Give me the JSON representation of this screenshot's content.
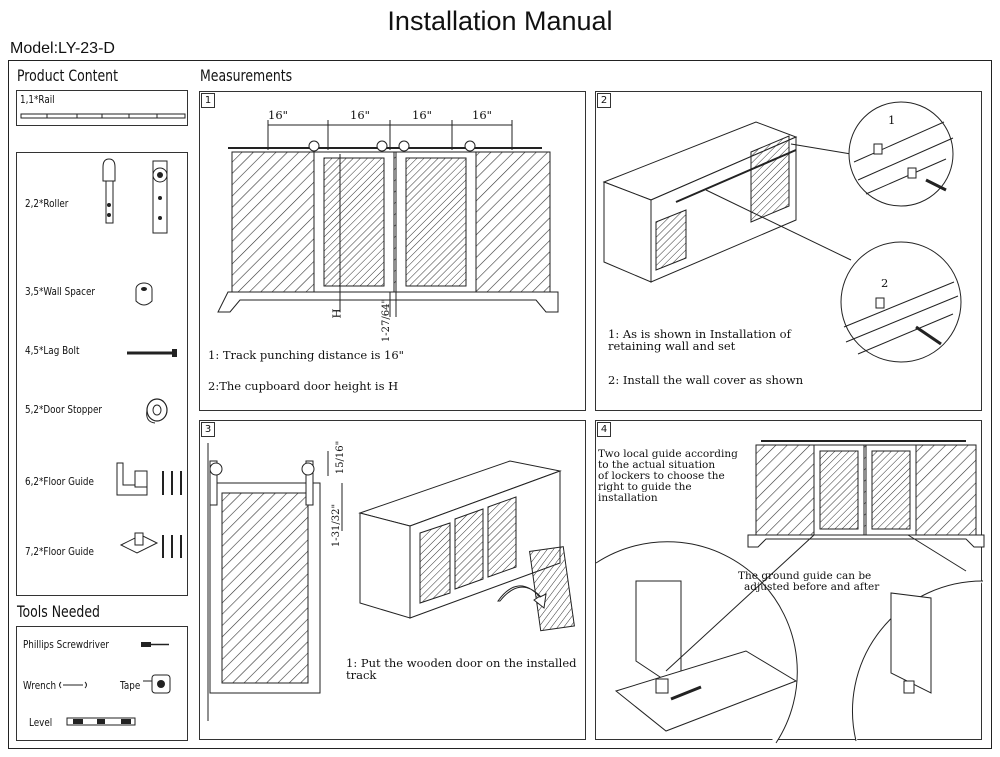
{
  "header": {
    "title": "Installation Manual",
    "model": "Model:LY-23-D"
  },
  "product_content": {
    "heading": "Product Content",
    "items": [
      {
        "label": "1,1*Rail",
        "icon": "rail-icon"
      },
      {
        "label": "2,2*Roller",
        "icon": "roller-icon"
      },
      {
        "label": "3,5*Wall Spacer",
        "icon": "wall-spacer-icon"
      },
      {
        "label": "4,5*Lag Bolt",
        "icon": "lag-bolt-icon"
      },
      {
        "label": "5,2*Door Stopper",
        "icon": "door-stopper-icon"
      },
      {
        "label": "6,2*Floor Guide",
        "icon": "floor-guide-icon"
      },
      {
        "label": "7,2*Floor Guide",
        "icon": "floor-guide-flat-icon"
      }
    ]
  },
  "tools": {
    "heading": "Tools Needed",
    "items": [
      {
        "label": "Phillips Screwdriver",
        "icon": "screwdriver-icon"
      },
      {
        "label": "Wrench",
        "icon": "wrench-icon"
      },
      {
        "label": "Tape",
        "icon": "tape-measure-icon"
      },
      {
        "label": "Level",
        "icon": "level-icon"
      }
    ]
  },
  "measurements": {
    "heading": "Measurements",
    "panels": [
      {
        "number": "1",
        "dims": [
          "16\"",
          "16\"",
          "16\"",
          "16\""
        ],
        "h": "H",
        "gap": "1-27/64\"",
        "notes": [
          "1: Track punching distance is 16\"",
          "2:The cupboard door height is H"
        ]
      },
      {
        "number": "2",
        "callouts": [
          "1",
          "2"
        ],
        "notes": [
          "1: As is shown in Installation of",
          "retaining wall and set",
          "2: Install the wall cover as shown"
        ]
      },
      {
        "number": "3",
        "dims": [
          "15/16\"",
          "1-31/32\""
        ],
        "notes": [
          "1: Put the wooden door on the installed",
          "track"
        ]
      },
      {
        "number": "4",
        "notes": [
          "Two local guide according",
          "to the actual situation",
          "of lockers to choose the",
          "right to guide the",
          "installation"
        ],
        "guide_note": [
          "The ground guide can be",
          "adjusted before and after"
        ]
      }
    ]
  }
}
